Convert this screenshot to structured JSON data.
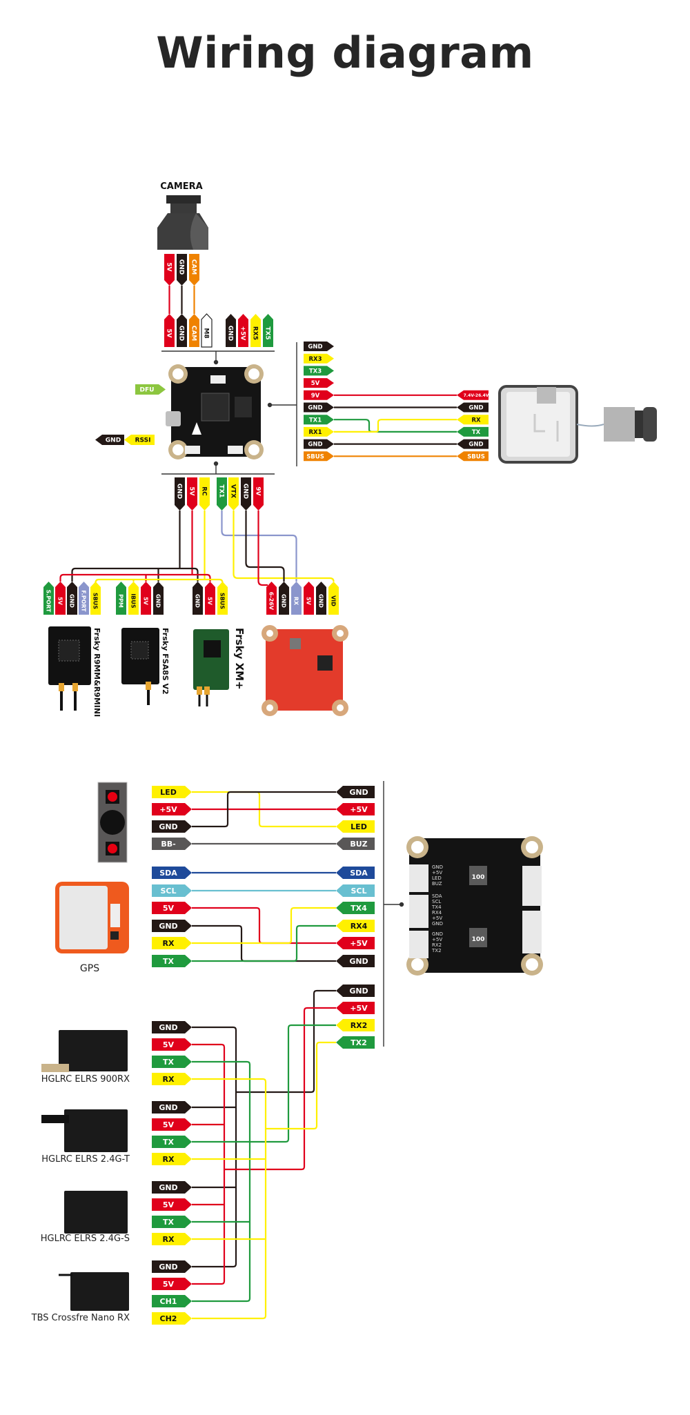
{
  "title": "Wiring diagram",
  "colors": {
    "red": "#e0001b",
    "black": "#231815",
    "yellow": "#fff000",
    "green": "#1f9a3e",
    "orange": "#ef8200",
    "purple": "#8a95cc",
    "white": "#ffffff",
    "gray": "#595757",
    "blue": "#1e4a9a",
    "cyan": "#68bfd0",
    "lime": "#8cc63f"
  },
  "section1": {
    "camera_label": "CAMERA",
    "camera_pins": [
      {
        "label": "5V",
        "color": "red"
      },
      {
        "label": "GND",
        "color": "black"
      },
      {
        "label": "CAM",
        "color": "orange"
      }
    ],
    "fc_top_pins": [
      {
        "label": "5V",
        "color": "red"
      },
      {
        "label": "GND",
        "color": "black"
      },
      {
        "label": "CAM",
        "color": "orange"
      },
      {
        "label": "M8",
        "color": "white"
      },
      {
        "label": "GND",
        "color": "black"
      },
      {
        "label": "+5V",
        "color": "red"
      },
      {
        "label": "RX5",
        "color": "yellow"
      },
      {
        "label": "TX5",
        "color": "green"
      }
    ],
    "dfu_label": "DFU",
    "rssi_label": "RSSI",
    "rssi_gnd_label": "GND",
    "fc_right_pins": [
      {
        "label": "GND",
        "color": "black"
      },
      {
        "label": "RX3",
        "color": "yellow"
      },
      {
        "label": "TX3",
        "color": "green"
      },
      {
        "label": "5V",
        "color": "red"
      },
      {
        "label": "9V",
        "color": "red"
      },
      {
        "label": "GND",
        "color": "black"
      },
      {
        "label": "TX1",
        "color": "green"
      },
      {
        "label": "RX1",
        "color": "yellow"
      },
      {
        "label": "GND",
        "color": "black"
      },
      {
        "label": "SBUS",
        "color": "orange"
      }
    ],
    "vtx_pins": [
      {
        "label": "7.4V-26.4V",
        "color": "red"
      },
      {
        "label": "GND",
        "color": "black"
      },
      {
        "label": "RX",
        "color": "yellow"
      },
      {
        "label": "TX",
        "color": "green"
      },
      {
        "label": "GND",
        "color": "black"
      },
      {
        "label": "SBUS",
        "color": "orange"
      }
    ],
    "fc_bottom_pins": [
      {
        "label": "GND",
        "color": "black"
      },
      {
        "label": "5V",
        "color": "red"
      },
      {
        "label": "RC",
        "color": "yellow"
      },
      {
        "label": "TX1",
        "color": "green"
      },
      {
        "label": "VTX",
        "color": "yellow"
      },
      {
        "label": "GND",
        "color": "black"
      },
      {
        "label": "9V",
        "color": "red"
      }
    ],
    "receivers": [
      {
        "name": "Frsky R9MM&R9MINI",
        "pins": [
          {
            "label": "S.PORT",
            "color": "green"
          },
          {
            "label": "5V",
            "color": "red"
          },
          {
            "label": "GND",
            "color": "black"
          },
          {
            "label": "F.PORT",
            "color": "purple"
          },
          {
            "label": "SBUS",
            "color": "yellow"
          }
        ]
      },
      {
        "name": "Frsky FSA8S V2",
        "pins": [
          {
            "label": "PPM",
            "color": "green"
          },
          {
            "label": "IBUS",
            "color": "yellow"
          },
          {
            "label": "5V",
            "color": "red"
          },
          {
            "label": "GND",
            "color": "black"
          }
        ]
      },
      {
        "name": "Frsky XM+",
        "pins": [
          {
            "label": "GND",
            "color": "black"
          },
          {
            "label": "5V",
            "color": "red"
          },
          {
            "label": "SBUS",
            "color": "yellow"
          }
        ]
      }
    ],
    "vtx_board_pins": [
      {
        "label": "6-26V",
        "color": "red"
      },
      {
        "label": "GND",
        "color": "black"
      },
      {
        "label": "RX",
        "color": "purple"
      },
      {
        "label": "5V",
        "color": "red"
      },
      {
        "label": "GND",
        "color": "black"
      },
      {
        "label": "VID",
        "color": "yellow"
      }
    ]
  },
  "section2": {
    "buzzer_left": [
      {
        "label": "LED",
        "color": "yellow"
      },
      {
        "label": "+5V",
        "color": "red"
      },
      {
        "label": "GND",
        "color": "black"
      },
      {
        "label": "BB-",
        "color": "gray"
      }
    ],
    "buzzer_right": [
      {
        "label": "GND",
        "color": "black"
      },
      {
        "label": "+5V",
        "color": "red"
      },
      {
        "label": "LED",
        "color": "yellow"
      },
      {
        "label": "BUZ",
        "color": "gray"
      }
    ],
    "gps_label": "GPS",
    "gps_left": [
      {
        "label": "SDA",
        "color": "blue"
      },
      {
        "label": "SCL",
        "color": "cyan"
      },
      {
        "label": "5V",
        "color": "red"
      },
      {
        "label": "GND",
        "color": "black"
      },
      {
        "label": "RX",
        "color": "yellow"
      },
      {
        "label": "TX",
        "color": "green"
      }
    ],
    "gps_right": [
      {
        "label": "SDA",
        "color": "blue"
      },
      {
        "label": "SCL",
        "color": "cyan"
      },
      {
        "label": "TX4",
        "color": "green"
      },
      {
        "label": "RX4",
        "color": "yellow"
      },
      {
        "label": "+5V",
        "color": "red"
      },
      {
        "label": "GND",
        "color": "black"
      }
    ],
    "rx2_right": [
      {
        "label": "GND",
        "color": "black"
      },
      {
        "label": "+5V",
        "color": "red"
      },
      {
        "label": "RX2",
        "color": "yellow"
      },
      {
        "label": "TX2",
        "color": "green"
      }
    ],
    "board_silk_left": [
      "GND",
      "+5V",
      "LED",
      "BUZ",
      "SDA",
      "SCL",
      "TX4",
      "RX4",
      "+5V",
      "GND",
      "GND",
      "+5V",
      "RX2",
      "TX2"
    ],
    "board_inductor_label": "100",
    "elrs_receivers": [
      {
        "name": "HGLRC ELRS 900RX",
        "pins": [
          {
            "label": "GND",
            "color": "black"
          },
          {
            "label": "5V",
            "color": "red"
          },
          {
            "label": "TX",
            "color": "green"
          },
          {
            "label": "RX",
            "color": "yellow"
          }
        ]
      },
      {
        "name": "HGLRC ELRS 2.4G-T",
        "pins": [
          {
            "label": "GND",
            "color": "black"
          },
          {
            "label": "5V",
            "color": "red"
          },
          {
            "label": "TX",
            "color": "green"
          },
          {
            "label": "RX",
            "color": "yellow"
          }
        ]
      },
      {
        "name": "HGLRC ELRS 2.4G-S",
        "pins": [
          {
            "label": "GND",
            "color": "black"
          },
          {
            "label": "5V",
            "color": "red"
          },
          {
            "label": "TX",
            "color": "green"
          },
          {
            "label": "RX",
            "color": "yellow"
          }
        ]
      },
      {
        "name": "TBS Crossfre Nano RX",
        "pins": [
          {
            "label": "GND",
            "color": "black"
          },
          {
            "label": "5V",
            "color": "red"
          },
          {
            "label": "CH1",
            "color": "green"
          },
          {
            "label": "CH2",
            "color": "yellow"
          }
        ]
      }
    ]
  }
}
